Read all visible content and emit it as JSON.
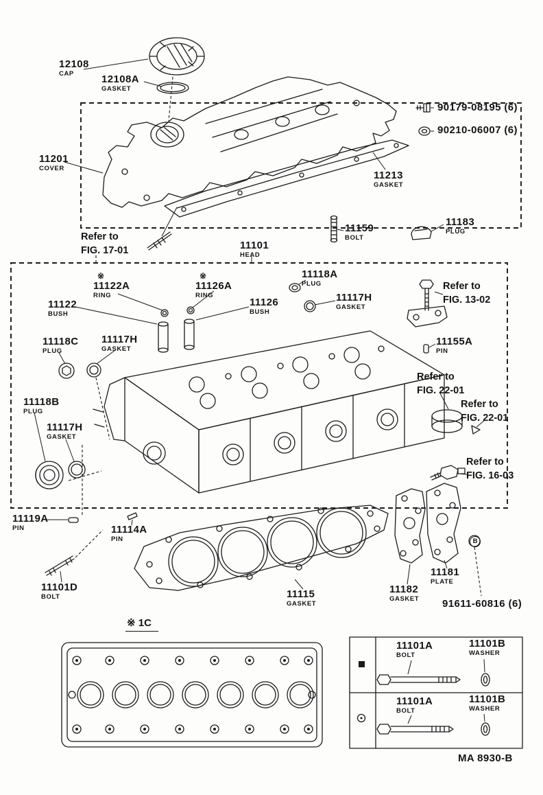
{
  "doc": {
    "code": "MA 8930-B",
    "note_mark": "※ 1C",
    "circled_marker": "B"
  },
  "labels": {
    "cap": {
      "part": "12108",
      "desc": "CAP"
    },
    "cap_gasket": {
      "part": "12108A",
      "desc": "GASKET"
    },
    "bolt_90179": {
      "part": "90179-08195 (6)"
    },
    "seal_90210": {
      "part": "90210-06007 (6)"
    },
    "cover": {
      "part": "11201",
      "desc": "COVER"
    },
    "cover_gasket": {
      "part": "11213",
      "desc": "GASKET"
    },
    "bolt_11159": {
      "part": "11159",
      "desc": "BOLT"
    },
    "plug_11183": {
      "part": "11183",
      "desc": "PLUG"
    },
    "head": {
      "part": "11101",
      "desc": "HEAD"
    },
    "ring_11122a": {
      "part": "11122A",
      "desc": "RING",
      "mark": "※"
    },
    "ring_11126a": {
      "part": "11126A",
      "desc": "RING",
      "mark": "※"
    },
    "plug_11118a": {
      "part": "11118A",
      "desc": "PLUG"
    },
    "bush_11122": {
      "part": "11122",
      "desc": "BUSH"
    },
    "bush_11126": {
      "part": "11126",
      "desc": "BUSH"
    },
    "gasket_11117h_top": {
      "part": "11117H",
      "desc": "GASKET"
    },
    "plug_11118c": {
      "part": "11118C",
      "desc": "PLUG"
    },
    "gasket_11117h_mid": {
      "part": "11117H",
      "desc": "GASKET"
    },
    "pin_11155a": {
      "part": "11155A",
      "desc": "PIN"
    },
    "plug_11118b": {
      "part": "11118B",
      "desc": "PLUG"
    },
    "gasket_11117h_bottom": {
      "part": "11117H",
      "desc": "GASKET"
    },
    "pin_11119a": {
      "part": "11119A",
      "desc": "PIN"
    },
    "pin_11114a": {
      "part": "11114A",
      "desc": "PIN"
    },
    "bolt_11101d": {
      "part": "11101D",
      "desc": "BOLT"
    },
    "gasket_11115": {
      "part": "11115",
      "desc": "GASKET"
    },
    "gasket_11182": {
      "part": "11182",
      "desc": "GASKET"
    },
    "plate_11181": {
      "part": "11181",
      "desc": "PLATE"
    },
    "bolt_91611": {
      "part": "91611-60816 (6)"
    }
  },
  "refers": {
    "fig_17_01": {
      "line1": "Refer to",
      "line2": "FIG. 17-01"
    },
    "fig_13_02": {
      "line1": "Refer to",
      "line2": "FIG. 13-02"
    },
    "fig_22_01a": {
      "line1": "Refer to",
      "line2": "FIG. 22-01"
    },
    "fig_22_01b": {
      "line1": "Refer to",
      "line2": "FIG. 22-01"
    },
    "fig_16_03": {
      "line1": "Refer to",
      "line2": "FIG. 16-03"
    }
  },
  "table": {
    "rows": [
      {
        "bolt_part": "11101A",
        "bolt_desc": "BOLT",
        "washer_part": "11101B",
        "washer_desc": "WASHER"
      },
      {
        "bolt_part": "11101A",
        "bolt_desc": "BOLT",
        "washer_part": "11101B",
        "washer_desc": "WASHER"
      }
    ]
  }
}
